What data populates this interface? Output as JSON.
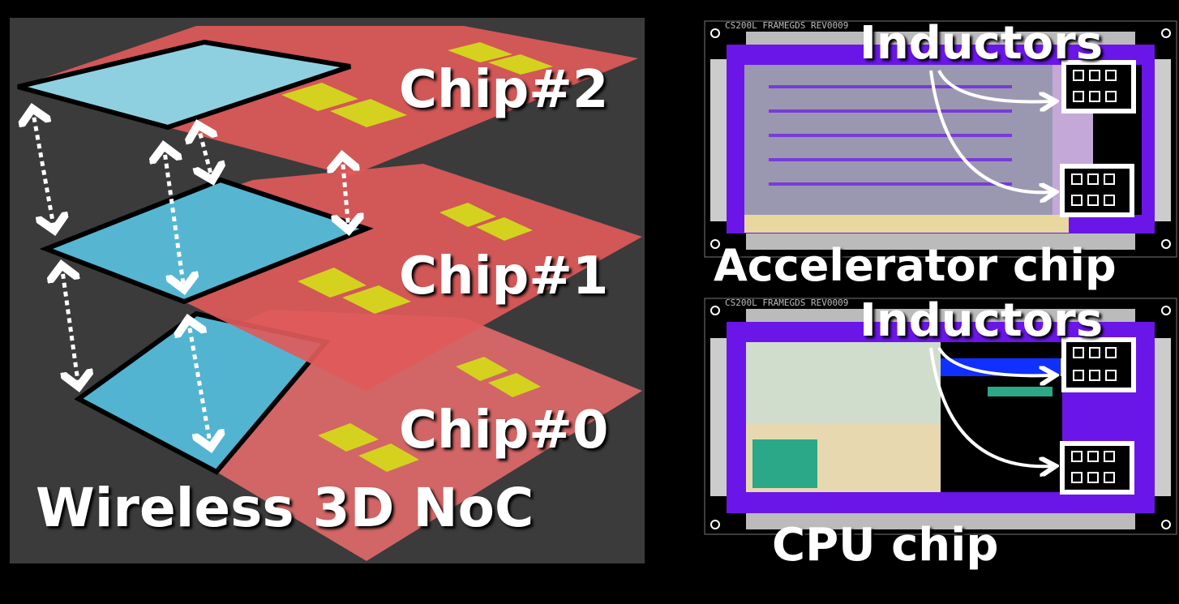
{
  "left_panel": {
    "title": "Wireless 3D NoC",
    "chips": [
      "Chip#2",
      "Chip#1",
      "Chip#0"
    ]
  },
  "right_panel": {
    "accelerator": {
      "label": "Accelerator chip",
      "inductor_label": "Inductors",
      "die_tag": "CS200L FRAMEGDS REV0009"
    },
    "cpu": {
      "label": "CPU chip",
      "inductor_label": "Inductors",
      "die_tag": "CS200L FRAMEGDS REV0009"
    }
  },
  "colors": {
    "blue_core": "#5bb8d4",
    "red_core": "#e05a5a",
    "yellow_block": "#d0d020",
    "die_ring": "#6a16e8",
    "panel_bg": "#3b3b3b"
  }
}
